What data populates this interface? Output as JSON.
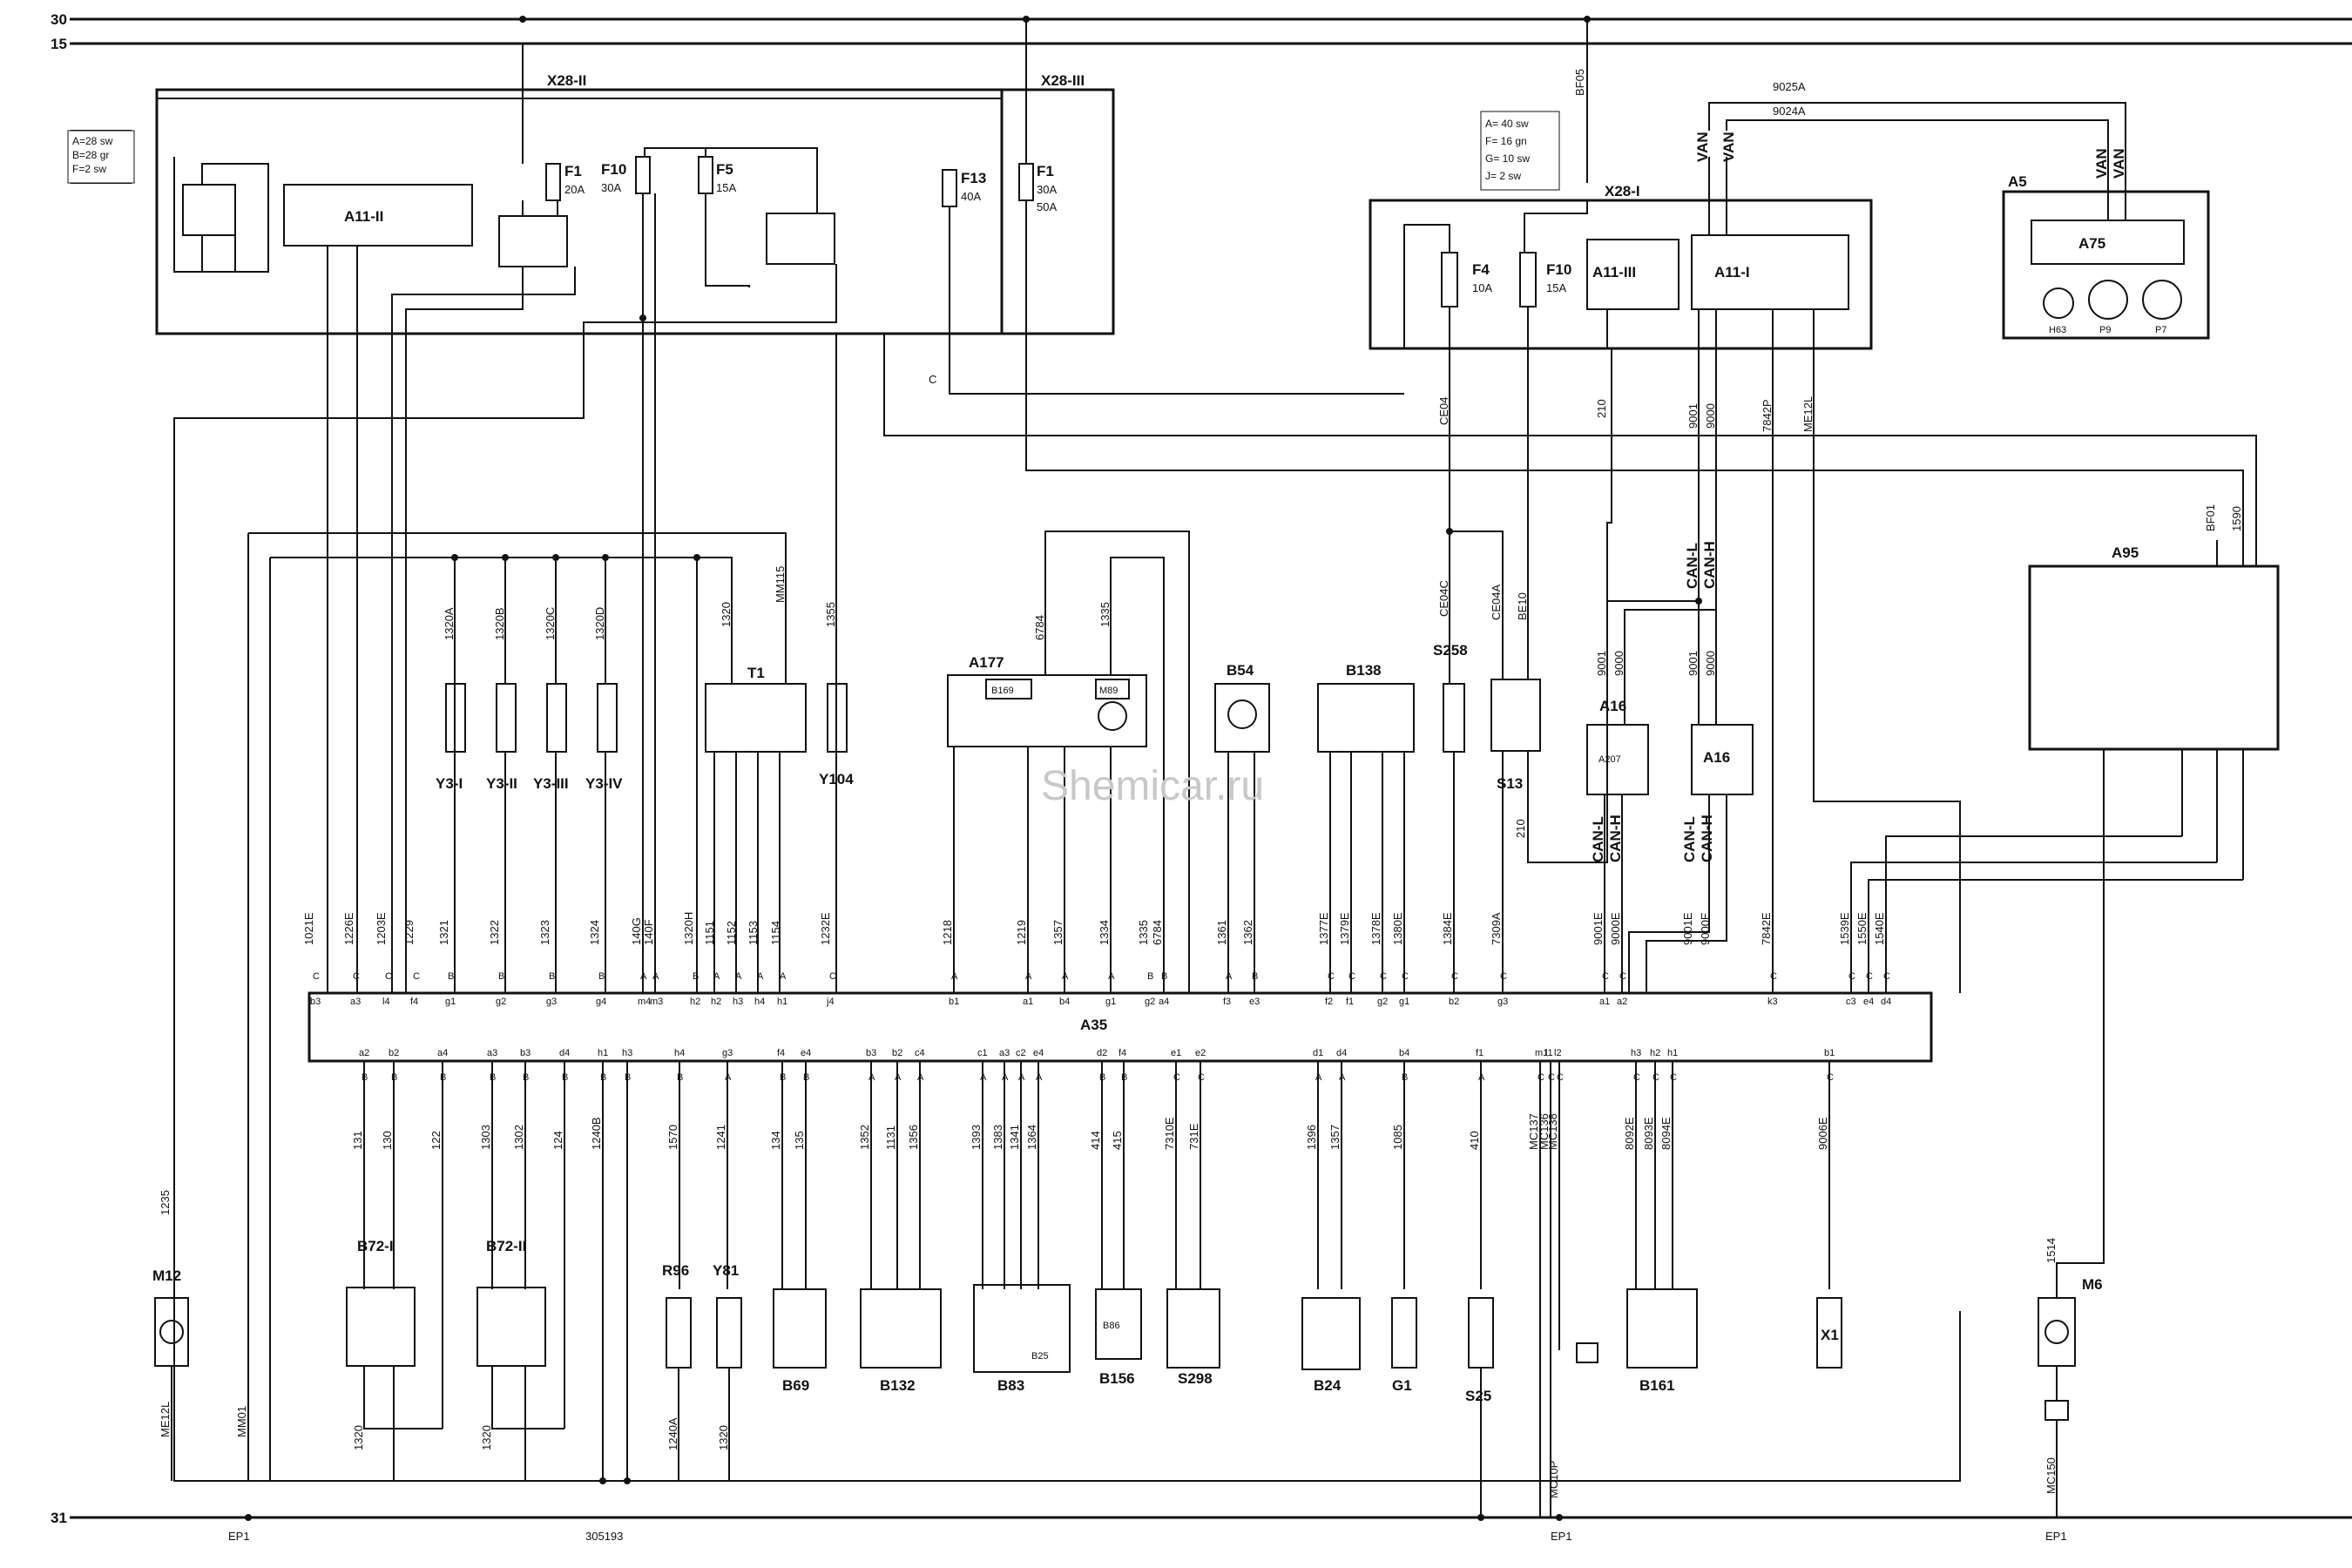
{
  "rails": {
    "r30": "30",
    "r15": "15",
    "r31": "31"
  },
  "notes": {
    "left": [
      "A=28 sw",
      "B=28 gr",
      "F=2 sw"
    ],
    "mid": [
      "A= 40 sw",
      "F= 16 gn",
      "G= 10 sw",
      "J= 2 sw"
    ]
  },
  "modules": {
    "x28_2": "X28-II",
    "x28_3": "X28-III",
    "x28_1": "X28-I",
    "a11_2": "A11-II",
    "a11_3": "A11-III",
    "a11_1": "A11-I",
    "a5": "A5",
    "a75": "A75",
    "a35": "A35",
    "a95": "A95",
    "a177": "A177",
    "b169": "B169",
    "m89": "M89"
  },
  "fuses": [
    {
      "id": "f1a",
      "name": "F1",
      "rating": "20A"
    },
    {
      "id": "f10a",
      "name": "F10",
      "rating": "30A"
    },
    {
      "id": "f5",
      "name": "F5",
      "rating": "15A"
    },
    {
      "id": "f13",
      "name": "F13",
      "rating": "40A"
    },
    {
      "id": "f1b",
      "name": "F1",
      "rating": "30A",
      "rating2": "50A"
    },
    {
      "id": "f4",
      "name": "F4",
      "rating": "10A"
    },
    {
      "id": "f10b",
      "name": "F10",
      "rating": "15A"
    }
  ],
  "components": {
    "y3_1": "Y3-I",
    "y3_2": "Y3-II",
    "y3_3": "Y3-III",
    "y3_4": "Y3-IV",
    "t1": "T1",
    "y104": "Y104",
    "b54": "B54",
    "b138": "B138",
    "s258": "S258",
    "s13": "S13",
    "a16a": "A16",
    "a207": "A207",
    "a16b": "A16",
    "m12": "M12",
    "b72_1": "B72-I",
    "b72_2": "B72-II",
    "r96": "R96",
    "y81": "Y81",
    "b69": "B69",
    "b132": "B132",
    "b83": "B83",
    "b25": "B25",
    "b86": "B86",
    "b156": "B156",
    "s298": "S298",
    "b24": "B24",
    "g1": "G1",
    "s25": "S25",
    "b161": "B161",
    "x1": "X1",
    "m6": "M6",
    "h63": "H63",
    "p9": "P9",
    "p7": "P7"
  },
  "top_wires": {
    "bf05": "BF05",
    "w9025": "9025A",
    "w9024": "9024A",
    "van1": "VAN",
    "van2": "VAN",
    "van3": "VAN",
    "van4": "VAN",
    "ce04": "CE04",
    "w210": "210",
    "w9001": "9001",
    "w9000": "9000",
    "w7842p": "7842P",
    "me12l": "ME12L",
    "ce04c": "CE04C",
    "ce04a": "CE04A",
    "be10": "BE10",
    "bf01": "BF01",
    "w1590": "1590",
    "c": "C"
  },
  "a35_top": [
    {
      "wire": "1021E",
      "pin": "b3",
      "t": "C"
    },
    {
      "wire": "1226E",
      "pin": "a3",
      "t": "C"
    },
    {
      "wire": "1203E",
      "pin": "l4",
      "t": "C"
    },
    {
      "wire": "1229",
      "pin": "f4",
      "t": "C"
    },
    {
      "wire": "1321",
      "pin": "g1",
      "t": "B"
    },
    {
      "wire": "1322",
      "pin": "g2",
      "t": "B"
    },
    {
      "wire": "1323",
      "pin": "g3",
      "t": "B"
    },
    {
      "wire": "1324",
      "pin": "g4",
      "t": "B"
    },
    {
      "wire": "140G",
      "pin": "m4",
      "t": "A"
    },
    {
      "wire": "140F",
      "pin": "m3",
      "t": "A"
    },
    {
      "wire": "1320H",
      "pin": "h2",
      "t": "B"
    },
    {
      "wire": "1151",
      "pin": "h2",
      "t": "A"
    },
    {
      "wire": "1152",
      "pin": "h3",
      "t": "A"
    },
    {
      "wire": "1153",
      "pin": "h4",
      "t": "A"
    },
    {
      "wire": "1154",
      "pin": "h1",
      "t": "A"
    },
    {
      "wire": "1232E",
      "pin": "j4",
      "t": "C"
    },
    {
      "wire": "1218",
      "pin": "b1",
      "t": "A"
    },
    {
      "wire": "1219",
      "pin": "a1",
      "t": "A"
    },
    {
      "wire": "1357",
      "pin": "b4",
      "t": "A"
    },
    {
      "wire": "1334",
      "pin": "g1",
      "t": "A"
    },
    {
      "wire": "1335",
      "pin": "g2",
      "t": "B"
    },
    {
      "wire": "6784",
      "pin": "a4",
      "t": "B"
    },
    {
      "wire": "1361",
      "pin": "f3",
      "t": "A"
    },
    {
      "wire": "1362",
      "pin": "e3",
      "t": "B"
    },
    {
      "wire": "1377E",
      "pin": "f2",
      "t": "C"
    },
    {
      "wire": "1379E",
      "pin": "f1",
      "t": "C"
    },
    {
      "wire": "1378E",
      "pin": "g2",
      "t": "C"
    },
    {
      "wire": "1380E",
      "pin": "g1",
      "t": "C"
    },
    {
      "wire": "1384E",
      "pin": "b2",
      "t": "C"
    },
    {
      "wire": "7309A",
      "pin": "g3",
      "t": "C"
    },
    {
      "wire": "9001E",
      "pin": "a1",
      "t": "C"
    },
    {
      "wire": "9000E",
      "pin": "a2",
      "t": "C"
    },
    {
      "wire": "9001E",
      "pin": "",
      "t": ""
    },
    {
      "wire": "9000E",
      "pin": "",
      "t": ""
    },
    {
      "wire": "7842E",
      "pin": "k3",
      "t": "C"
    },
    {
      "wire": "1539E",
      "pin": "c3",
      "t": "C"
    },
    {
      "wire": "1550E",
      "pin": "e4",
      "t": "C"
    },
    {
      "wire": "1540E",
      "pin": "d4",
      "t": "C"
    }
  ],
  "a35_bottom": [
    {
      "pin": "a2",
      "t": "B",
      "wire": "131"
    },
    {
      "pin": "b2",
      "t": "B",
      "wire": "130"
    },
    {
      "pin": "a4",
      "t": "B",
      "wire": "122"
    },
    {
      "pin": "a3",
      "t": "B",
      "wire": "1303"
    },
    {
      "pin": "b3",
      "t": "B",
      "wire": "1302"
    },
    {
      "pin": "d4",
      "t": "B",
      "wire": "124"
    },
    {
      "pin": "h1",
      "t": "B",
      "wire": "1240B"
    },
    {
      "pin": "h3",
      "t": "B",
      "wire": ""
    },
    {
      "pin": "h4",
      "t": "B",
      "wire": "1570"
    },
    {
      "pin": "g3",
      "t": "A",
      "wire": "1241"
    },
    {
      "pin": "f4",
      "t": "B",
      "wire": "134"
    },
    {
      "pin": "e4",
      "t": "B",
      "wire": "135"
    },
    {
      "pin": "b3",
      "t": "A",
      "wire": "1352"
    },
    {
      "pin": "b2",
      "t": "A",
      "wire": "1131"
    },
    {
      "pin": "c4",
      "t": "A",
      "wire": "1356"
    },
    {
      "pin": "c1",
      "t": "A",
      "wire": "1393"
    },
    {
      "pin": "a3",
      "t": "A",
      "wire": "1383"
    },
    {
      "pin": "c2",
      "t": "A",
      "wire": "1341"
    },
    {
      "pin": "e4",
      "t": "A",
      "wire": "1364"
    },
    {
      "pin": "d2",
      "t": "B",
      "wire": "414"
    },
    {
      "pin": "f4",
      "t": "B",
      "wire": "415"
    },
    {
      "pin": "e1",
      "t": "C",
      "wire": "7310E"
    },
    {
      "pin": "e2",
      "t": "C",
      "wire": "731E"
    },
    {
      "pin": "d1",
      "t": "A",
      "wire": "1396"
    },
    {
      "pin": "d4",
      "t": "A",
      "wire": "1357"
    },
    {
      "pin": "b4",
      "t": "B",
      "wire": "1085"
    },
    {
      "pin": "f1",
      "t": "A",
      "wire": "410"
    },
    {
      "pin": "m1",
      "t": "C",
      "wire": "MC137"
    },
    {
      "pin": "l1",
      "t": "C",
      "wire": "MC136"
    },
    {
      "pin": "l2",
      "t": "C",
      "wire": "MC138"
    },
    {
      "pin": "h3",
      "t": "C",
      "wire": "8092E"
    },
    {
      "pin": "h2",
      "t": "C",
      "wire": "8093E"
    },
    {
      "pin": "h1",
      "t": "C",
      "wire": "8094E"
    },
    {
      "pin": "b1",
      "t": "C",
      "wire": "9006E"
    }
  ],
  "ctop_wires": {
    "w1320a": "1320A",
    "w1320b": "1320B",
    "w1320c": "1320C",
    "w1320d": "1320D",
    "w1320": "1320",
    "mm115": "MM115",
    "w1355": "1355",
    "w6784": "6784",
    "w1335": "1335",
    "can_l1": "CAN-L",
    "can_h1": "CAN-H",
    "can_l2": "CAN-L",
    "can_h2": "CAN-H",
    "can_l3": "CAN-L",
    "can_h3": "CAN-H",
    "w9001b": "9001",
    "w9000b": "9000",
    "w9001c": "9001",
    "w9000c": "9000",
    "w210b": "210"
  },
  "bottom_wires": {
    "w1235": "1235",
    "me12l": "ME12L",
    "mm01": "MM01",
    "w1320_1": "1320",
    "w1320_2": "1320",
    "w1320_3": "1320",
    "w1240a": "1240A",
    "mc10p": "MC10P",
    "w1514": "1514",
    "mc150": "MC150"
  },
  "ground": {
    "ep1_a": "EP1",
    "ep1_b": "EP1",
    "ep1_c": "EP1",
    "code": "305193"
  },
  "watermark": "Shemicar.ru"
}
